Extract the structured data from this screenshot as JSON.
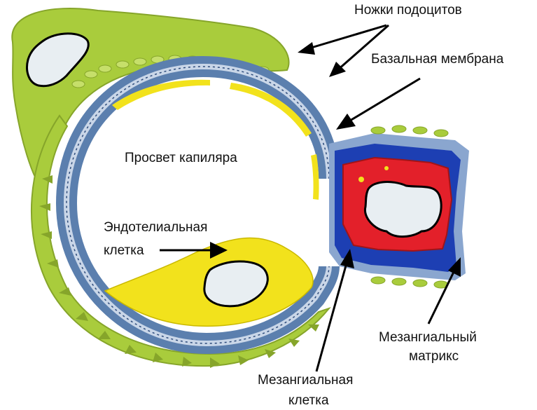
{
  "labels": {
    "podocyte_feet": "Ножки подоцитов",
    "basement_membrane": "Базальная мембрана",
    "capillary_lumen": "Просвет капиляра",
    "endothelial_cell_line1": "Эндотелиальная",
    "endothelial_cell_line2": "клетка",
    "mesangial_matrix_line1": "Мезангиальный",
    "mesangial_matrix_line2": "матрикс",
    "mesangial_cell_line1": "Мезангиальная",
    "mesangial_cell_line2": "клетка"
  },
  "colors": {
    "podocyte_green": "#a9cc3c",
    "podocyte_dark": "#86a52a",
    "membrane_blue": "#5b7fae",
    "membrane_light": "#c9d6e8",
    "endothelium_yellow": "#f2e21c",
    "mesangial_red": "#e3202a",
    "mesangial_blue": "#1d3fb3",
    "nucleus_fill": "#e8eef2",
    "outline": "#000000"
  }
}
